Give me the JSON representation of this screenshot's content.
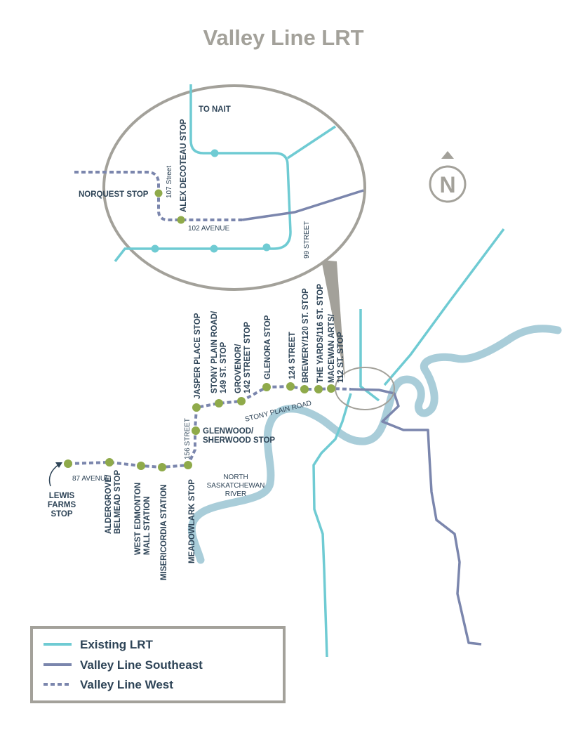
{
  "title": "Valley Line LRT",
  "compass": {
    "letter": "N"
  },
  "inset_labels": {
    "to_nait": "TO NAIT",
    "norquest": "NORQUEST STOP",
    "alex": "ALEX DECOTEAU STOP",
    "street107": "107 Street",
    "avenue102": "102 AVENUE",
    "street99": "99 STREET"
  },
  "stops": {
    "lewis1": "LEWIS",
    "lewis2": "FARMS",
    "lewis3": "STOP",
    "aldergrove1": "ALDERGROVE/",
    "aldergrove2": "BELMEAD STOP",
    "wem1": "WEST EDMONTON",
    "wem2": "MALL STATION",
    "misericordia": "MISERICORDIA STATION",
    "meadowlark": "MEADOWLARK STOP",
    "glenwood1": "GLENWOOD/",
    "glenwood2": "SHERWOOD STOP",
    "jasper": "JASPER PLACE STOP",
    "stonyplain1": "STONY PLAIN ROAD/",
    "stonyplain2": "149 ST. STOP",
    "grovenor1": "GROVENOR/",
    "grovenor2": "142 STREET STOP",
    "glenora": "GLENORA STOP",
    "brewery1": "124 STREET",
    "brewery2": "BREWERY/120 ST. STOP",
    "yards": "THE YARDS/116 ST. STOP",
    "macewan1": "MACEWAN ARTS/",
    "macewan2": "112 ST. STOP"
  },
  "road_labels": {
    "avenue87": "87 AVENUE",
    "street156": "156 STREET",
    "stony_plain_road": "STONY PLAIN ROAD",
    "river1": "NORTH",
    "river2": "SASKATCHEWAN",
    "river3": "RIVER"
  },
  "legend": {
    "items": [
      {
        "label": "Existing LRT",
        "color": "#6fcbd3",
        "style": "solid"
      },
      {
        "label": "Valley Line Southeast",
        "color": "#7b86ad",
        "style": "solid"
      },
      {
        "label": "Valley Line West",
        "color": "#7b86ad",
        "style": "dashed"
      }
    ]
  },
  "colors": {
    "existing_lrt": "#6fcbd3",
    "southeast": "#7b86ad",
    "west": "#7b86ad",
    "river": "#a9cdd9",
    "stop": "#8faa4a",
    "gray": "#a3a19a",
    "text": "#2e4457"
  }
}
